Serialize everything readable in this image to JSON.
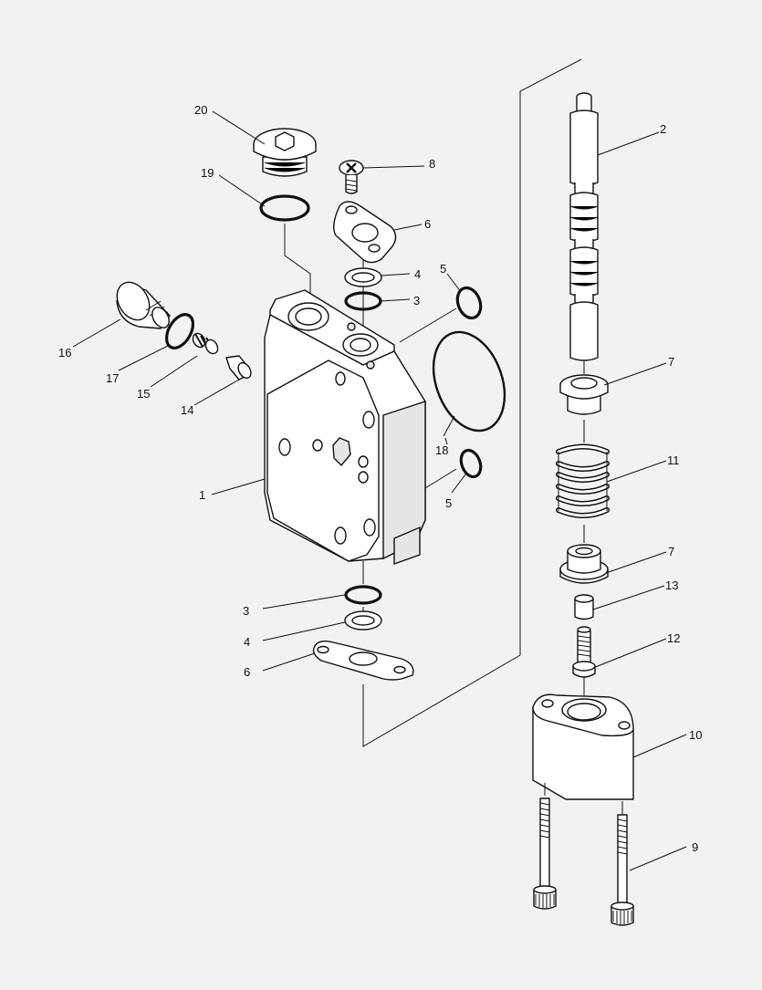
{
  "diagram": {
    "callouts": [
      {
        "id": "label-1",
        "text": "1"
      },
      {
        "id": "label-2",
        "text": "2"
      },
      {
        "id": "label-3a",
        "text": "3"
      },
      {
        "id": "label-3b",
        "text": "3"
      },
      {
        "id": "label-4a",
        "text": "4"
      },
      {
        "id": "label-4b",
        "text": "4"
      },
      {
        "id": "label-5a",
        "text": "5"
      },
      {
        "id": "label-5b",
        "text": "5"
      },
      {
        "id": "label-6a",
        "text": "6"
      },
      {
        "id": "label-6b",
        "text": "6"
      },
      {
        "id": "label-7a",
        "text": "7"
      },
      {
        "id": "label-7b",
        "text": "7"
      },
      {
        "id": "label-8",
        "text": "8"
      },
      {
        "id": "label-9",
        "text": "9"
      },
      {
        "id": "label-10",
        "text": "10"
      },
      {
        "id": "label-11",
        "text": "11"
      },
      {
        "id": "label-12",
        "text": "12"
      },
      {
        "id": "label-13",
        "text": "13"
      },
      {
        "id": "label-14",
        "text": "14"
      },
      {
        "id": "label-15",
        "text": "15"
      },
      {
        "id": "label-16",
        "text": "16"
      },
      {
        "id": "label-17",
        "text": "17"
      },
      {
        "id": "label-18",
        "text": "18"
      },
      {
        "id": "label-19",
        "text": "19"
      },
      {
        "id": "label-20",
        "text": "20"
      }
    ]
  }
}
